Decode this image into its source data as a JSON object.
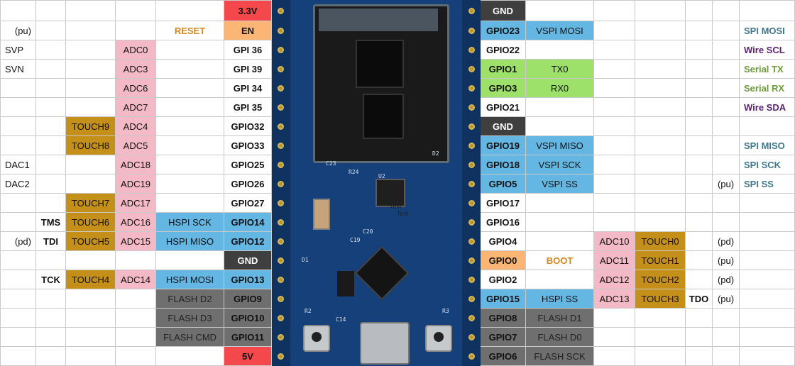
{
  "colors": {
    "power": "#f4484c",
    "enable": "#fbb676",
    "gnd": "#3f3f3f",
    "adc": "#f4b9c7",
    "touch": "#c4901a",
    "spi": "#64b6e3",
    "flash": "#6f6f6f",
    "serial": "#9de16a",
    "gpio": "#ffffff",
    "label_orange": "#d4881f",
    "label_teal": "#3f7890",
    "label_purple": "#5b2370",
    "label_green": "#6a9c38"
  },
  "board": {
    "icons": [
      "esp32-module-image",
      "usb-port-icon",
      "reset-button-icon",
      "boot-button-icon"
    ],
    "labels": [
      "D2",
      "C23",
      "R24",
      "U2",
      "D1",
      "C19",
      "C20",
      "R2",
      "R3",
      "C14",
      "Text",
      "Text"
    ]
  },
  "left_rows": [
    [
      "",
      "",
      "",
      "",
      "",
      "3.3V"
    ],
    [
      "(pu)",
      "",
      "",
      "",
      "RESET",
      "EN"
    ],
    [
      "SVP",
      "",
      "",
      "ADC0",
      "",
      "GPI   36"
    ],
    [
      "SVN",
      "",
      "",
      "ADC3",
      "",
      "GPI   39"
    ],
    [
      "",
      "",
      "",
      "ADC6",
      "",
      "GPI   34"
    ],
    [
      "",
      "",
      "",
      "ADC7",
      "",
      "GPI   35"
    ],
    [
      "",
      "",
      "TOUCH9",
      "ADC4",
      "",
      "GPIO32"
    ],
    [
      "",
      "",
      "TOUCH8",
      "ADC5",
      "",
      "GPIO33"
    ],
    [
      "DAC1",
      "",
      "",
      "ADC18",
      "",
      "GPIO25"
    ],
    [
      "DAC2",
      "",
      "",
      "ADC19",
      "",
      "GPIO26"
    ],
    [
      "",
      "",
      "TOUCH7",
      "ADC17",
      "",
      "GPIO27"
    ],
    [
      "",
      "TMS",
      "TOUCH6",
      "ADC16",
      "HSPI SCK",
      "GPIO14"
    ],
    [
      "(pd)",
      "TDI",
      "TOUCH5",
      "ADC15",
      "HSPI MISO",
      "GPIO12"
    ],
    [
      "",
      "",
      "",
      "",
      "",
      "GND"
    ],
    [
      "",
      "TCK",
      "TOUCH4",
      "ADC14",
      "HSPI MOSI",
      "GPIO13"
    ],
    [
      "",
      "",
      "",
      "",
      "FLASH D2",
      "GPIO9"
    ],
    [
      "",
      "",
      "",
      "",
      "FLASH D3",
      "GPIO10"
    ],
    [
      "",
      "",
      "",
      "",
      "FLASH CMD",
      "GPIO11"
    ],
    [
      "",
      "",
      "",
      "",
      "",
      "5V"
    ]
  ],
  "right_rows": [
    [
      "GND",
      "",
      "",
      "",
      "",
      "",
      ""
    ],
    [
      "GPIO23",
      "VSPI MOSI",
      "",
      "",
      "",
      "",
      "SPI MOSI"
    ],
    [
      "GPIO22",
      "",
      "",
      "",
      "",
      "",
      "Wire SCL"
    ],
    [
      "GPIO1",
      "TX0",
      "",
      "",
      "",
      "",
      "Serial TX"
    ],
    [
      "GPIO3",
      "RX0",
      "",
      "",
      "",
      "",
      "Serial RX"
    ],
    [
      "GPIO21",
      "",
      "",
      "",
      "",
      "",
      "Wire SDA"
    ],
    [
      "GND",
      "",
      "",
      "",
      "",
      "",
      ""
    ],
    [
      "GPIO19",
      "VSPI MISO",
      "",
      "",
      "",
      "",
      "SPI MISO"
    ],
    [
      "GPIO18",
      "VSPI SCK",
      "",
      "",
      "",
      "",
      "SPI SCK"
    ],
    [
      "GPIO5",
      "VSPI SS",
      "",
      "",
      "",
      "(pu)",
      "SPI SS"
    ],
    [
      "GPIO17",
      "",
      "",
      "",
      "",
      "",
      ""
    ],
    [
      "GPIO16",
      "",
      "",
      "",
      "",
      "",
      ""
    ],
    [
      "GPIO4",
      "",
      "ADC10",
      "TOUCH0",
      "",
      "(pd)",
      ""
    ],
    [
      "GPIO0",
      "BOOT",
      "ADC11",
      "TOUCH1",
      "",
      "(pu)",
      ""
    ],
    [
      "GPIO2",
      "",
      "ADC12",
      "TOUCH2",
      "",
      "(pd)",
      ""
    ],
    [
      "GPIO15",
      "HSPI SS",
      "ADC13",
      "TOUCH3",
      "TDO",
      "(pu)",
      ""
    ],
    [
      "GPIO8",
      "FLASH D1",
      "",
      "",
      "",
      "",
      ""
    ],
    [
      "GPIO7",
      "FLASH D0",
      "",
      "",
      "",
      "",
      ""
    ],
    [
      "GPIO6",
      "FLASH SCK",
      "",
      "",
      "",
      "",
      ""
    ]
  ]
}
